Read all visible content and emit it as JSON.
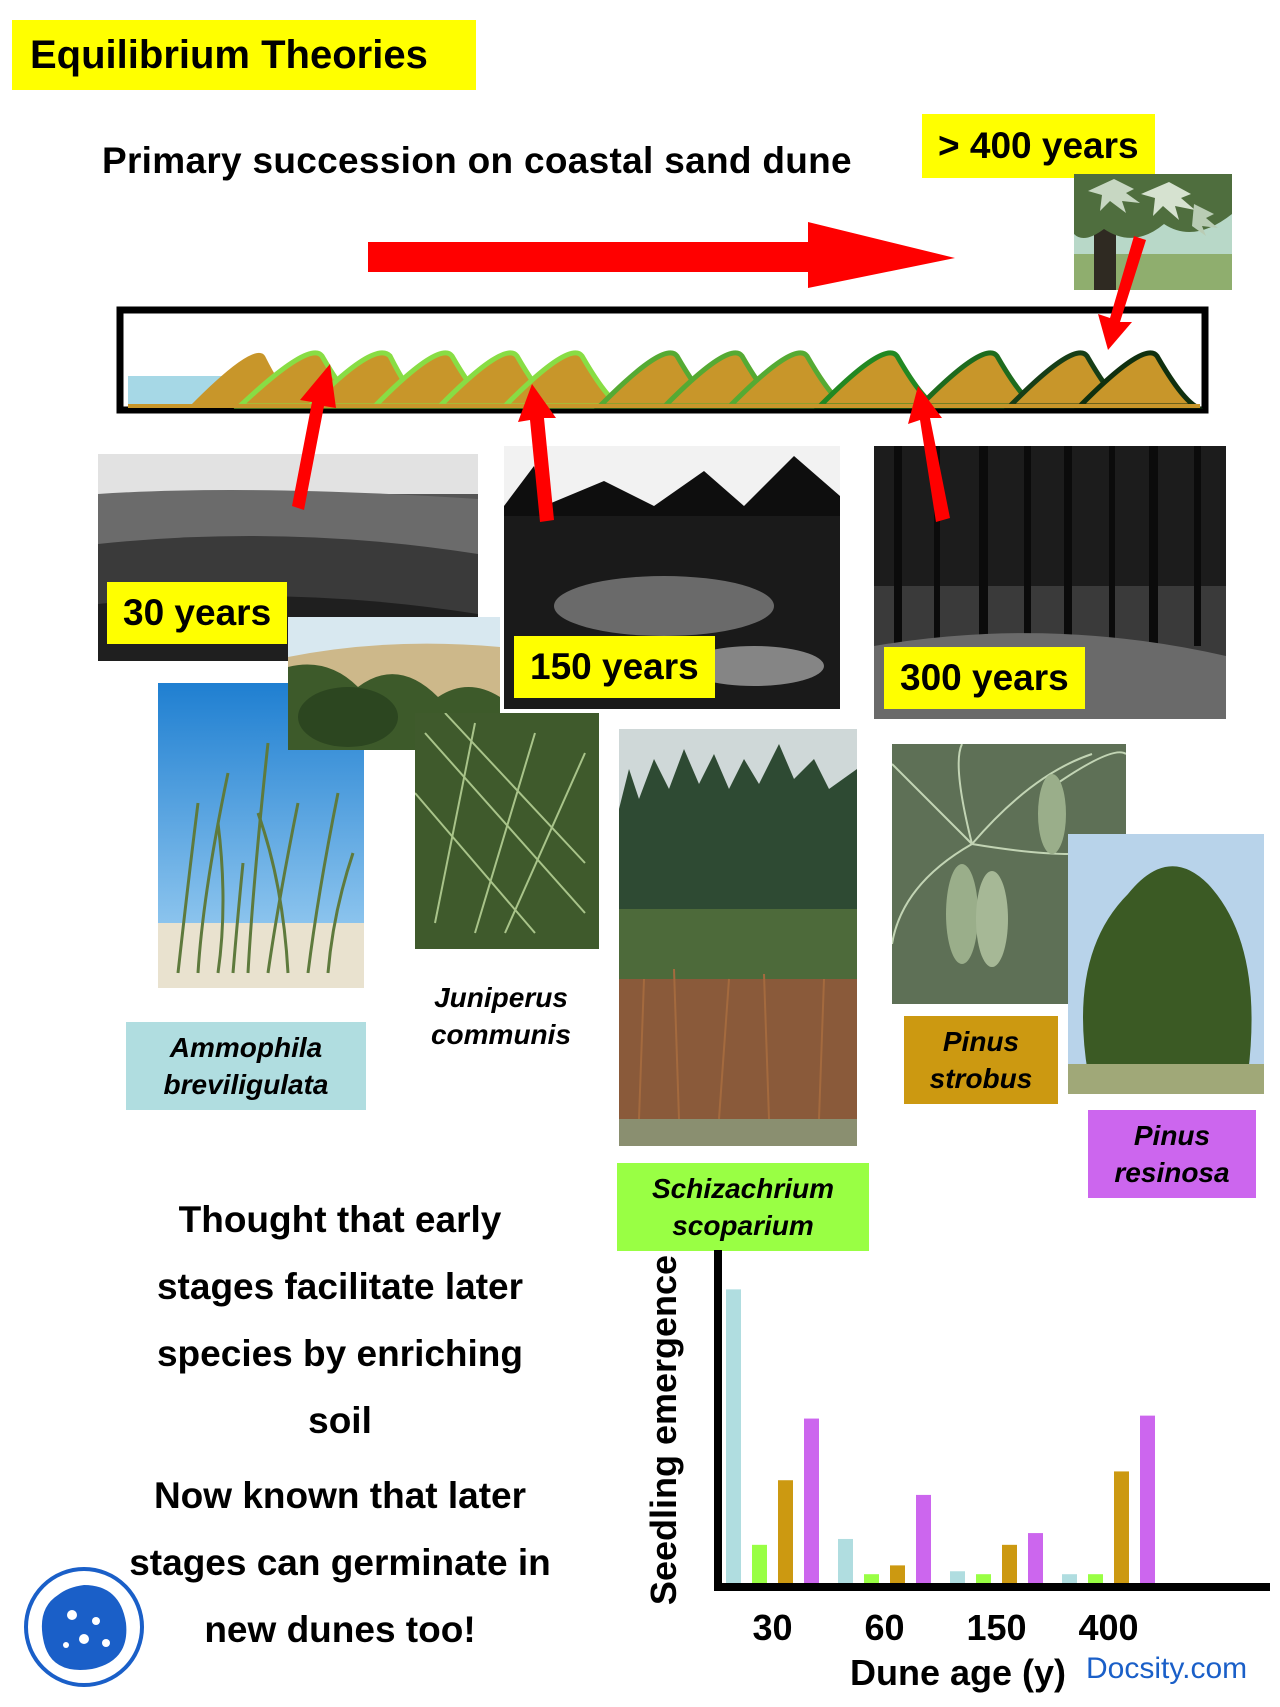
{
  "slide": {
    "title": "Equilibrium Theories",
    "subtitle": "Primary succession on coastal sand dune"
  },
  "age_labels": {
    "a30": "30 years",
    "a150": "150 years",
    "a300": "300 years",
    "a400": "> 400 years"
  },
  "species": {
    "ammophila": [
      "Ammophila",
      "breviligulata"
    ],
    "juniperus": [
      "Juniperus",
      "communis"
    ],
    "schizachrium": [
      "Schizachrium",
      "scoparium"
    ],
    "strobus": [
      "Pinus",
      "strobus"
    ],
    "resinosa": [
      "Pinus",
      "resinosa"
    ]
  },
  "text": {
    "p1": [
      "Thought that early",
      "stages facilitate later",
      "species by enriching",
      "soil"
    ],
    "p2": [
      "Now known that later",
      "stages can germinate in",
      "new dunes too!"
    ]
  },
  "watermark": "Docsity.com",
  "colors": {
    "yellow": "#ffff00",
    "ammophila": "#b0dde0",
    "schizachrium": "#99ff44",
    "strobus": "#cc9911",
    "resinosa": "#cc66ee",
    "arrow_red": "#ff0000",
    "sand": "#c8962a"
  },
  "chart_data": {
    "type": "bar",
    "categories": [
      "30",
      "60",
      "150",
      "400"
    ],
    "series": [
      {
        "color": "#b0dde0",
        "values": [
          100,
          15,
          4,
          3
        ]
      },
      {
        "color": "#99ff44",
        "values": [
          13,
          3,
          3,
          3
        ]
      },
      {
        "color": "#cc9911",
        "values": [
          35,
          6,
          13,
          38
        ]
      },
      {
        "color": "#cc66ee",
        "values": [
          56,
          30,
          17,
          57
        ]
      }
    ],
    "ylabel": "Seedling emergence",
    "xlabel": "Dune age (y)",
    "ylim": [
      0,
      110
    ],
    "grid": false,
    "legend": "none"
  }
}
